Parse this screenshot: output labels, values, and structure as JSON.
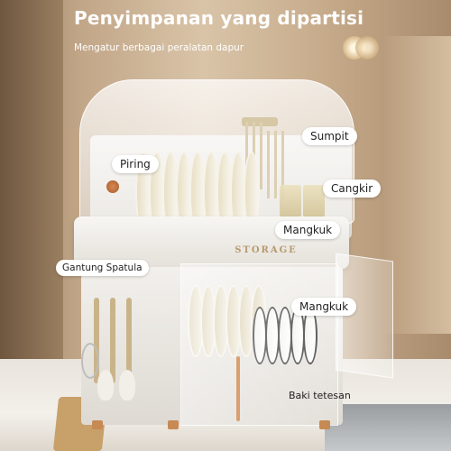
{
  "heading": {
    "title": "Penyimpanan yang dipartisi",
    "subtitle": "Mengatur berbagai peralatan dapur"
  },
  "product": {
    "brand_text": "STORAGE"
  },
  "labels": {
    "sumpit": "Sumpit",
    "piring": "Piring",
    "cangkir": "Cangkir",
    "mangkuk_top": "Mangkuk",
    "gantung_spatula": "Gantung Spatula",
    "mangkuk_bottom": "Mangkuk",
    "baki_tetesan": "Baki tetesan"
  },
  "colors": {
    "label_bg": "#ffffff",
    "label_text": "#222222",
    "title_text": "#ffffff",
    "accent_wood": "#c78a55"
  }
}
